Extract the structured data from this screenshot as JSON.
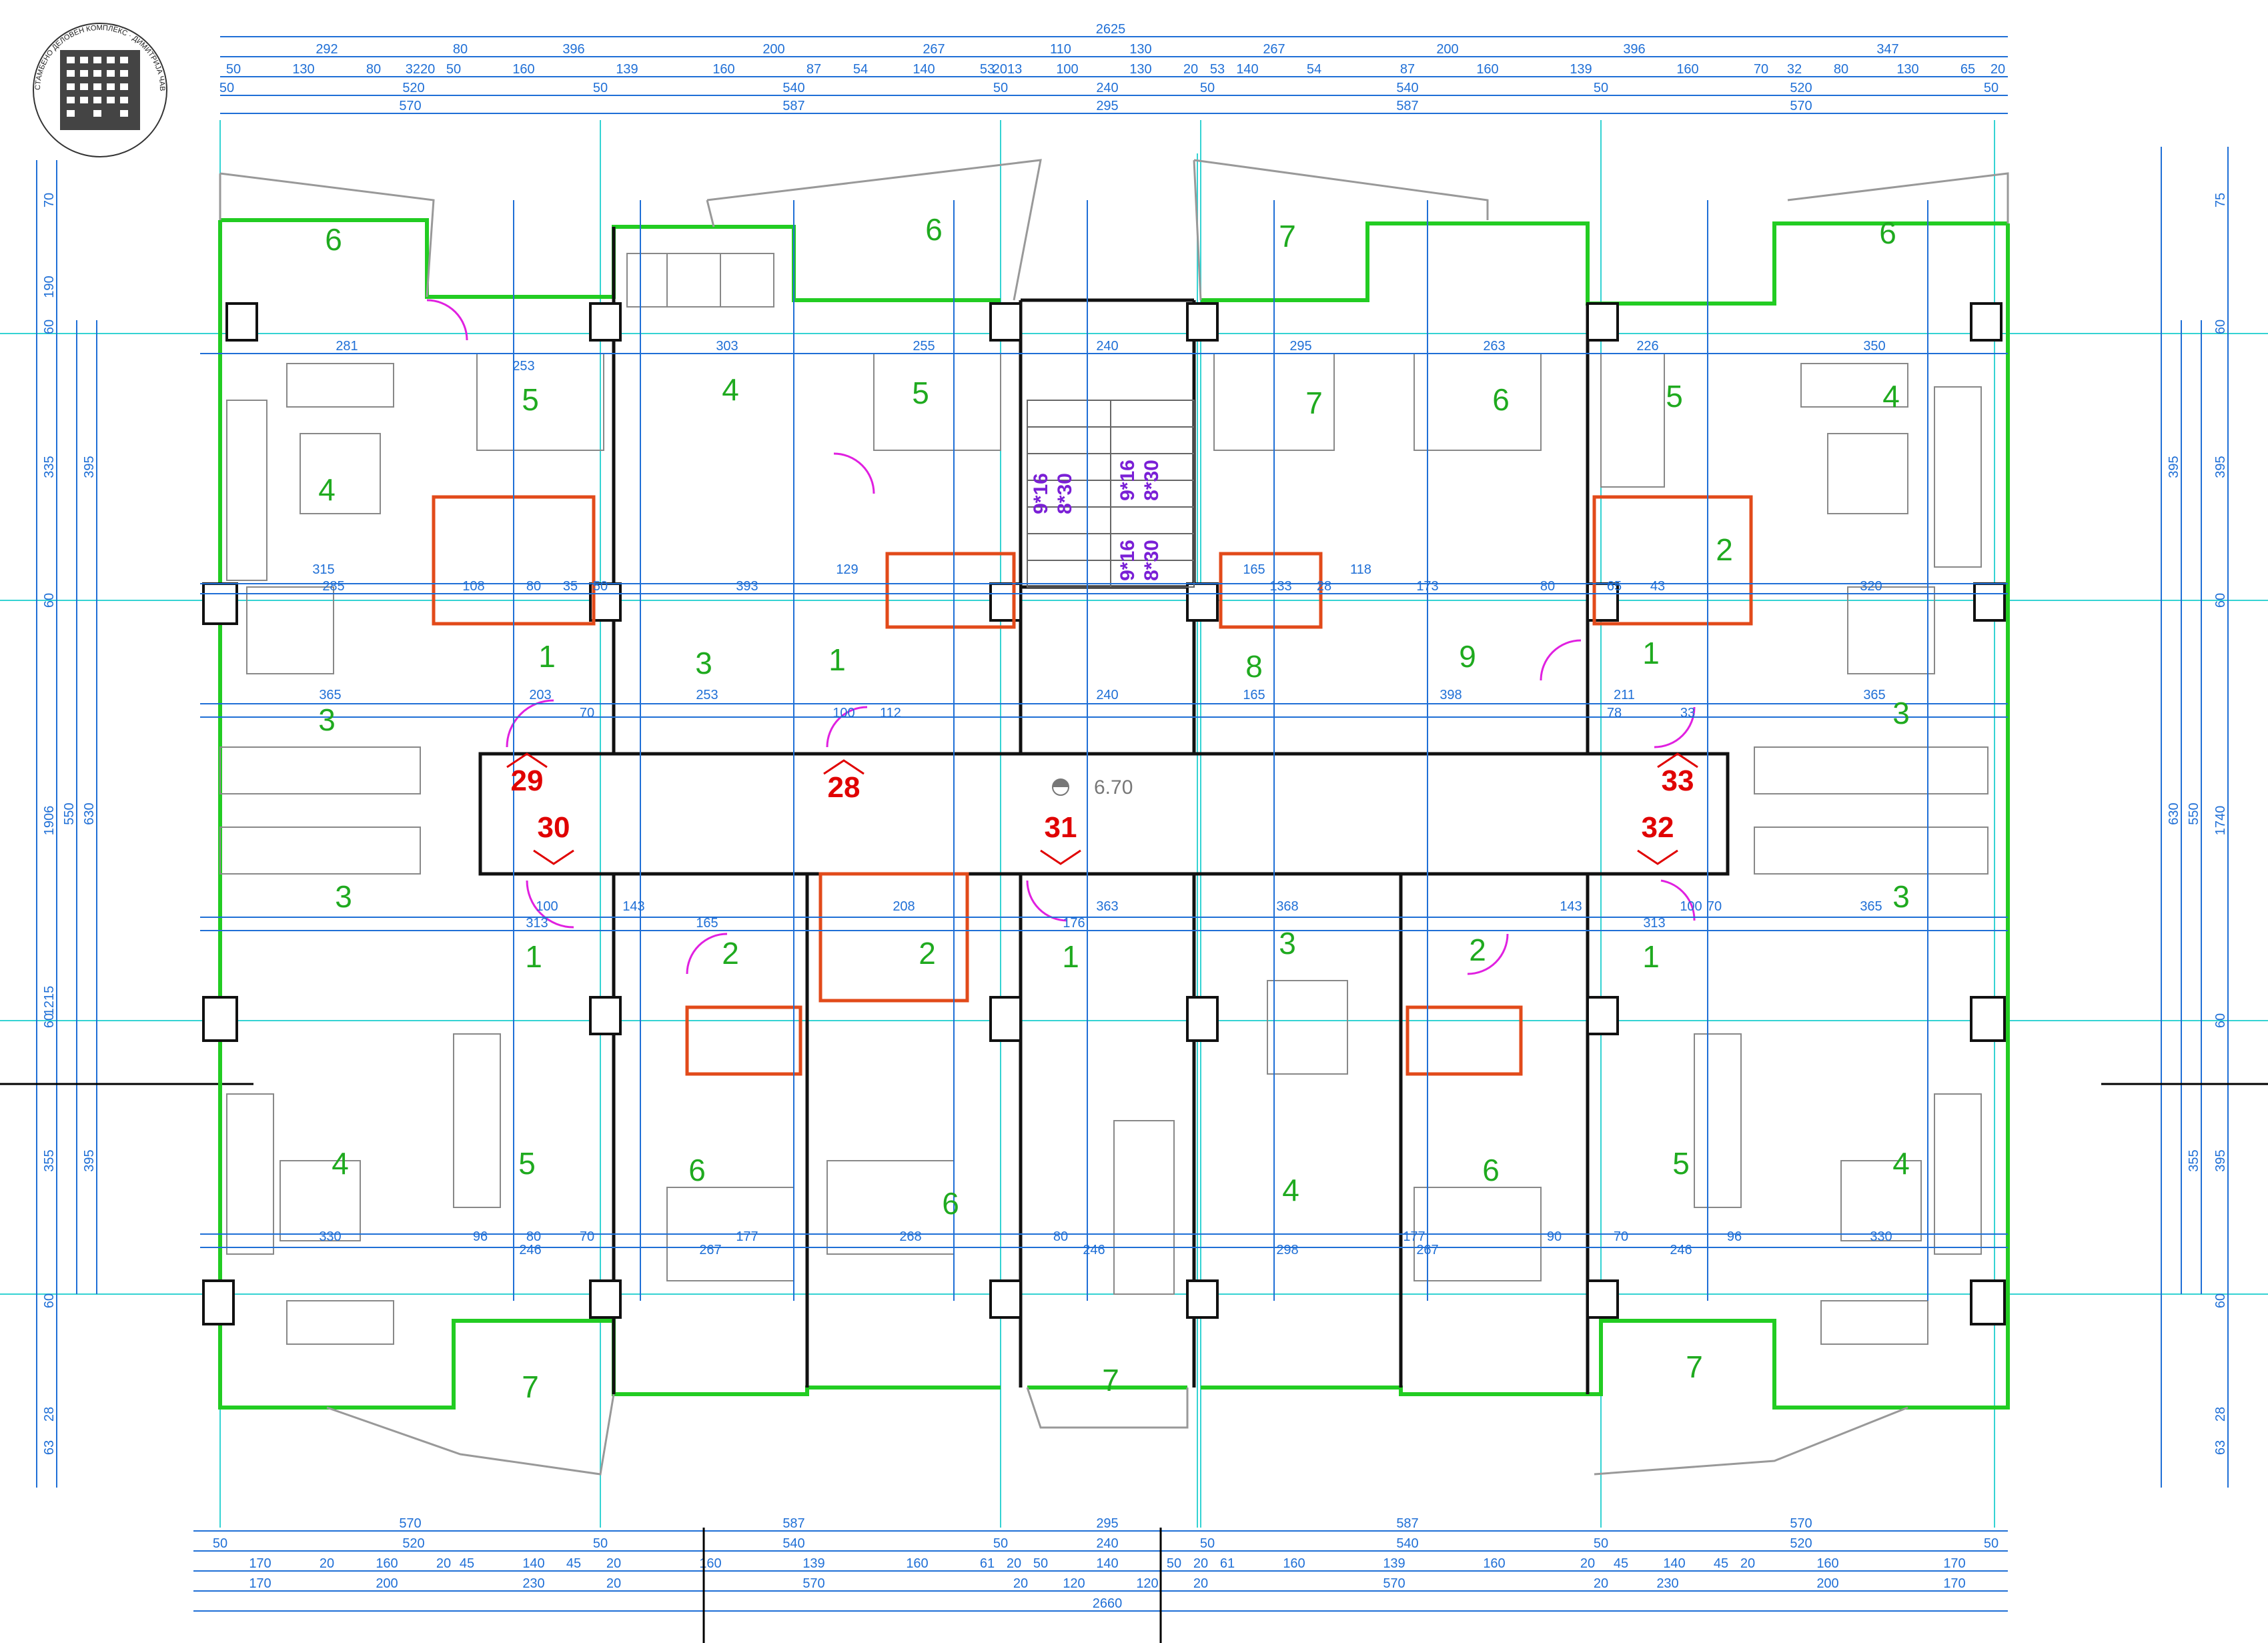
{
  "logo": {
    "text": "СТАМБЕНО ДЕЛОВЕН КОМПЛЕКС · ДИМИТРИЈА ЧАВДАРОВ"
  },
  "dims_top": {
    "row1": [
      "292",
      "80",
      "396",
      "200",
      "267",
      "110",
      "130",
      "267",
      "200",
      "396",
      "347"
    ],
    "row2": [
      "50",
      "130",
      "80",
      "3220",
      "50",
      "160",
      "139",
      "160",
      "87",
      "54",
      "140",
      "53",
      "2013",
      "100",
      "130",
      "20",
      "53",
      "140",
      "54",
      "87",
      "160",
      "139",
      "160",
      "70",
      "32",
      "80",
      "130",
      "65",
      "20"
    ],
    "row3": [
      "50",
      "520",
      "50",
      "540",
      "50",
      "240",
      "50",
      "540",
      "50",
      "520",
      "50"
    ],
    "row4": [
      "570",
      "587",
      "295",
      "587",
      "570"
    ],
    "total": "2625"
  },
  "dims_bottom": {
    "row1": [
      "570",
      "587",
      "295",
      "587",
      "570"
    ],
    "row2": [
      "50",
      "520",
      "50",
      "540",
      "50",
      "240",
      "50",
      "540",
      "50",
      "520",
      "50"
    ],
    "row3": [
      "170",
      "20",
      "160",
      "20",
      "45",
      "140",
      "45",
      "20",
      "160",
      "139",
      "160",
      "61",
      "20",
      "50",
      "140",
      "50",
      "20",
      "61",
      "160",
      "139",
      "160",
      "20",
      "45",
      "140",
      "45",
      "20",
      "160",
      "170"
    ],
    "row4": [
      "170",
      "200",
      "230",
      "20",
      "570",
      "20",
      "120",
      "120",
      "20",
      "570",
      "20",
      "230",
      "200",
      "170"
    ],
    "total": "2660"
  },
  "dims_left": {
    "outer": [
      "70",
      "190",
      "60",
      "335",
      "60",
      "1906",
      "1215",
      "60",
      "355",
      "60",
      "63",
      "28"
    ],
    "inner": [
      "395",
      "550",
      "630",
      "395"
    ]
  },
  "dims_right": {
    "outer": [
      "75",
      "60",
      "395",
      "60",
      "1740",
      "60",
      "395",
      "60",
      "63",
      "28"
    ],
    "inner": [
      "395",
      "550",
      "630",
      "355"
    ]
  },
  "rooms_top": [
    {
      "label": "6"
    },
    {
      "label": "6"
    },
    {
      "label": "7"
    },
    {
      "label": "6"
    },
    {
      "label": "5"
    },
    {
      "label": "4"
    },
    {
      "label": "5"
    },
    {
      "label": "7"
    },
    {
      "label": "6"
    },
    {
      "label": "5"
    },
    {
      "label": "4"
    },
    {
      "label": "4"
    },
    {
      "label": "2"
    },
    {
      "label": "1"
    },
    {
      "label": "3"
    },
    {
      "label": "1"
    },
    {
      "label": "8"
    },
    {
      "label": "9"
    },
    {
      "label": "1"
    },
    {
      "label": "3"
    },
    {
      "label": "3"
    }
  ],
  "rooms_bottom": [
    {
      "label": "3"
    },
    {
      "label": "1"
    },
    {
      "label": "2"
    },
    {
      "label": "2"
    },
    {
      "label": "1"
    },
    {
      "label": "3"
    },
    {
      "label": "2"
    },
    {
      "label": "1"
    },
    {
      "label": "3"
    },
    {
      "label": "4"
    },
    {
      "label": "5"
    },
    {
      "label": "6"
    },
    {
      "label": "6"
    },
    {
      "label": "4"
    },
    {
      "label": "6"
    },
    {
      "label": "5"
    },
    {
      "label": "4"
    },
    {
      "label": "7"
    },
    {
      "label": "7"
    },
    {
      "label": "7"
    }
  ],
  "units": [
    {
      "label": "29"
    },
    {
      "label": "28"
    },
    {
      "label": "33"
    },
    {
      "label": "30"
    },
    {
      "label": "31"
    },
    {
      "label": "32"
    }
  ],
  "stairs": [
    {
      "line1": "9*16",
      "line2": "8*30"
    },
    {
      "line1": "9*16",
      "line2": "8*30"
    },
    {
      "line1": "9*16",
      "line2": "8*30"
    }
  ],
  "level": "6.70",
  "interior_dims": [
    "281",
    "253",
    "303",
    "255",
    "240",
    "295",
    "263",
    "226",
    "350",
    "315",
    "285",
    "108",
    "80",
    "35",
    "50",
    "393",
    "129",
    "165",
    "133",
    "28",
    "118",
    "173",
    "80",
    "65",
    "43",
    "320",
    "203",
    "70",
    "253",
    "100",
    "112",
    "240",
    "165",
    "398",
    "211",
    "78",
    "33",
    "365",
    "365",
    "100",
    "313",
    "143",
    "165",
    "208",
    "363",
    "176",
    "368",
    "143",
    "313",
    "100",
    "70",
    "365",
    "330",
    "96",
    "80",
    "70",
    "246",
    "267",
    "177",
    "268",
    "80",
    "246",
    "298",
    "177",
    "267",
    "90",
    "70",
    "96",
    "330",
    "246"
  ]
}
